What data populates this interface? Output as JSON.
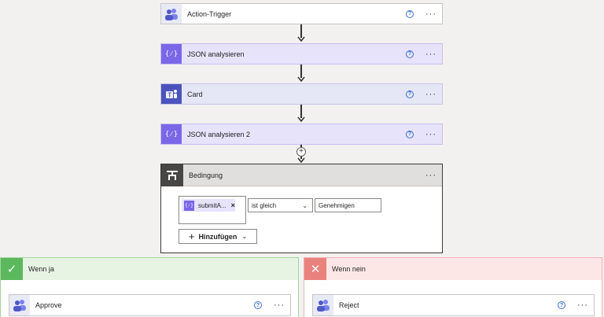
{
  "steps": [
    {
      "title": "Action-Trigger",
      "icon": "teams-people-icon"
    },
    {
      "title": "JSON analysieren",
      "icon": "json-parse-icon"
    },
    {
      "title": "Card",
      "icon": "teams-logo-icon"
    },
    {
      "title": "JSON analysieren 2",
      "icon": "json-parse-icon"
    }
  ],
  "help_glyph": "?",
  "more_glyph": "···",
  "condition": {
    "title": "Bedingung",
    "token_label": "submitA...",
    "token_remove": "×",
    "operator": "ist gleich",
    "value": "Genehmigen",
    "add_button": "Hinzufügen"
  },
  "branches": {
    "yes": {
      "title": "Wenn ja",
      "action": "Approve"
    },
    "no": {
      "title": "Wenn nein",
      "action": "Reject"
    }
  },
  "colors": {
    "json_accent": "#7a67e8",
    "teams_accent": "#4b53bc",
    "yes_accent": "#5cb85c",
    "no_accent": "#e9827d"
  }
}
